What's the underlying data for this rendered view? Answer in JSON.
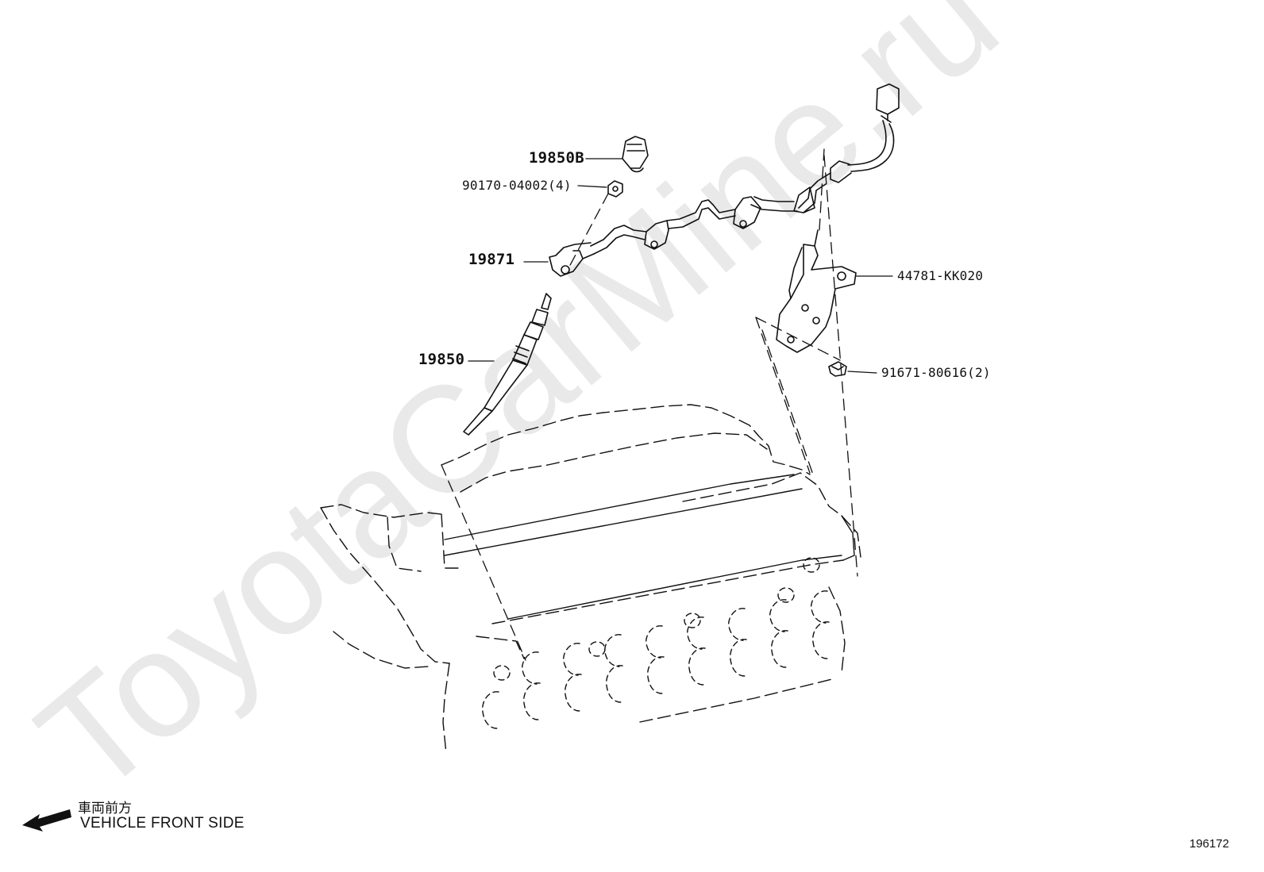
{
  "watermark": "ToyotaCarMine.ru",
  "parts": {
    "harness_label": "19850B",
    "nut_label": "90170-04002(4)",
    "connector_label": "19871",
    "glow_plug_label": "19850",
    "bracket_label": "44781-KK020",
    "bolt_label": "91671-80616(2)"
  },
  "orientation": {
    "jp_label": "車両前方",
    "en_label": "VEHICLE FRONT SIDE"
  },
  "figure_number": "196172"
}
